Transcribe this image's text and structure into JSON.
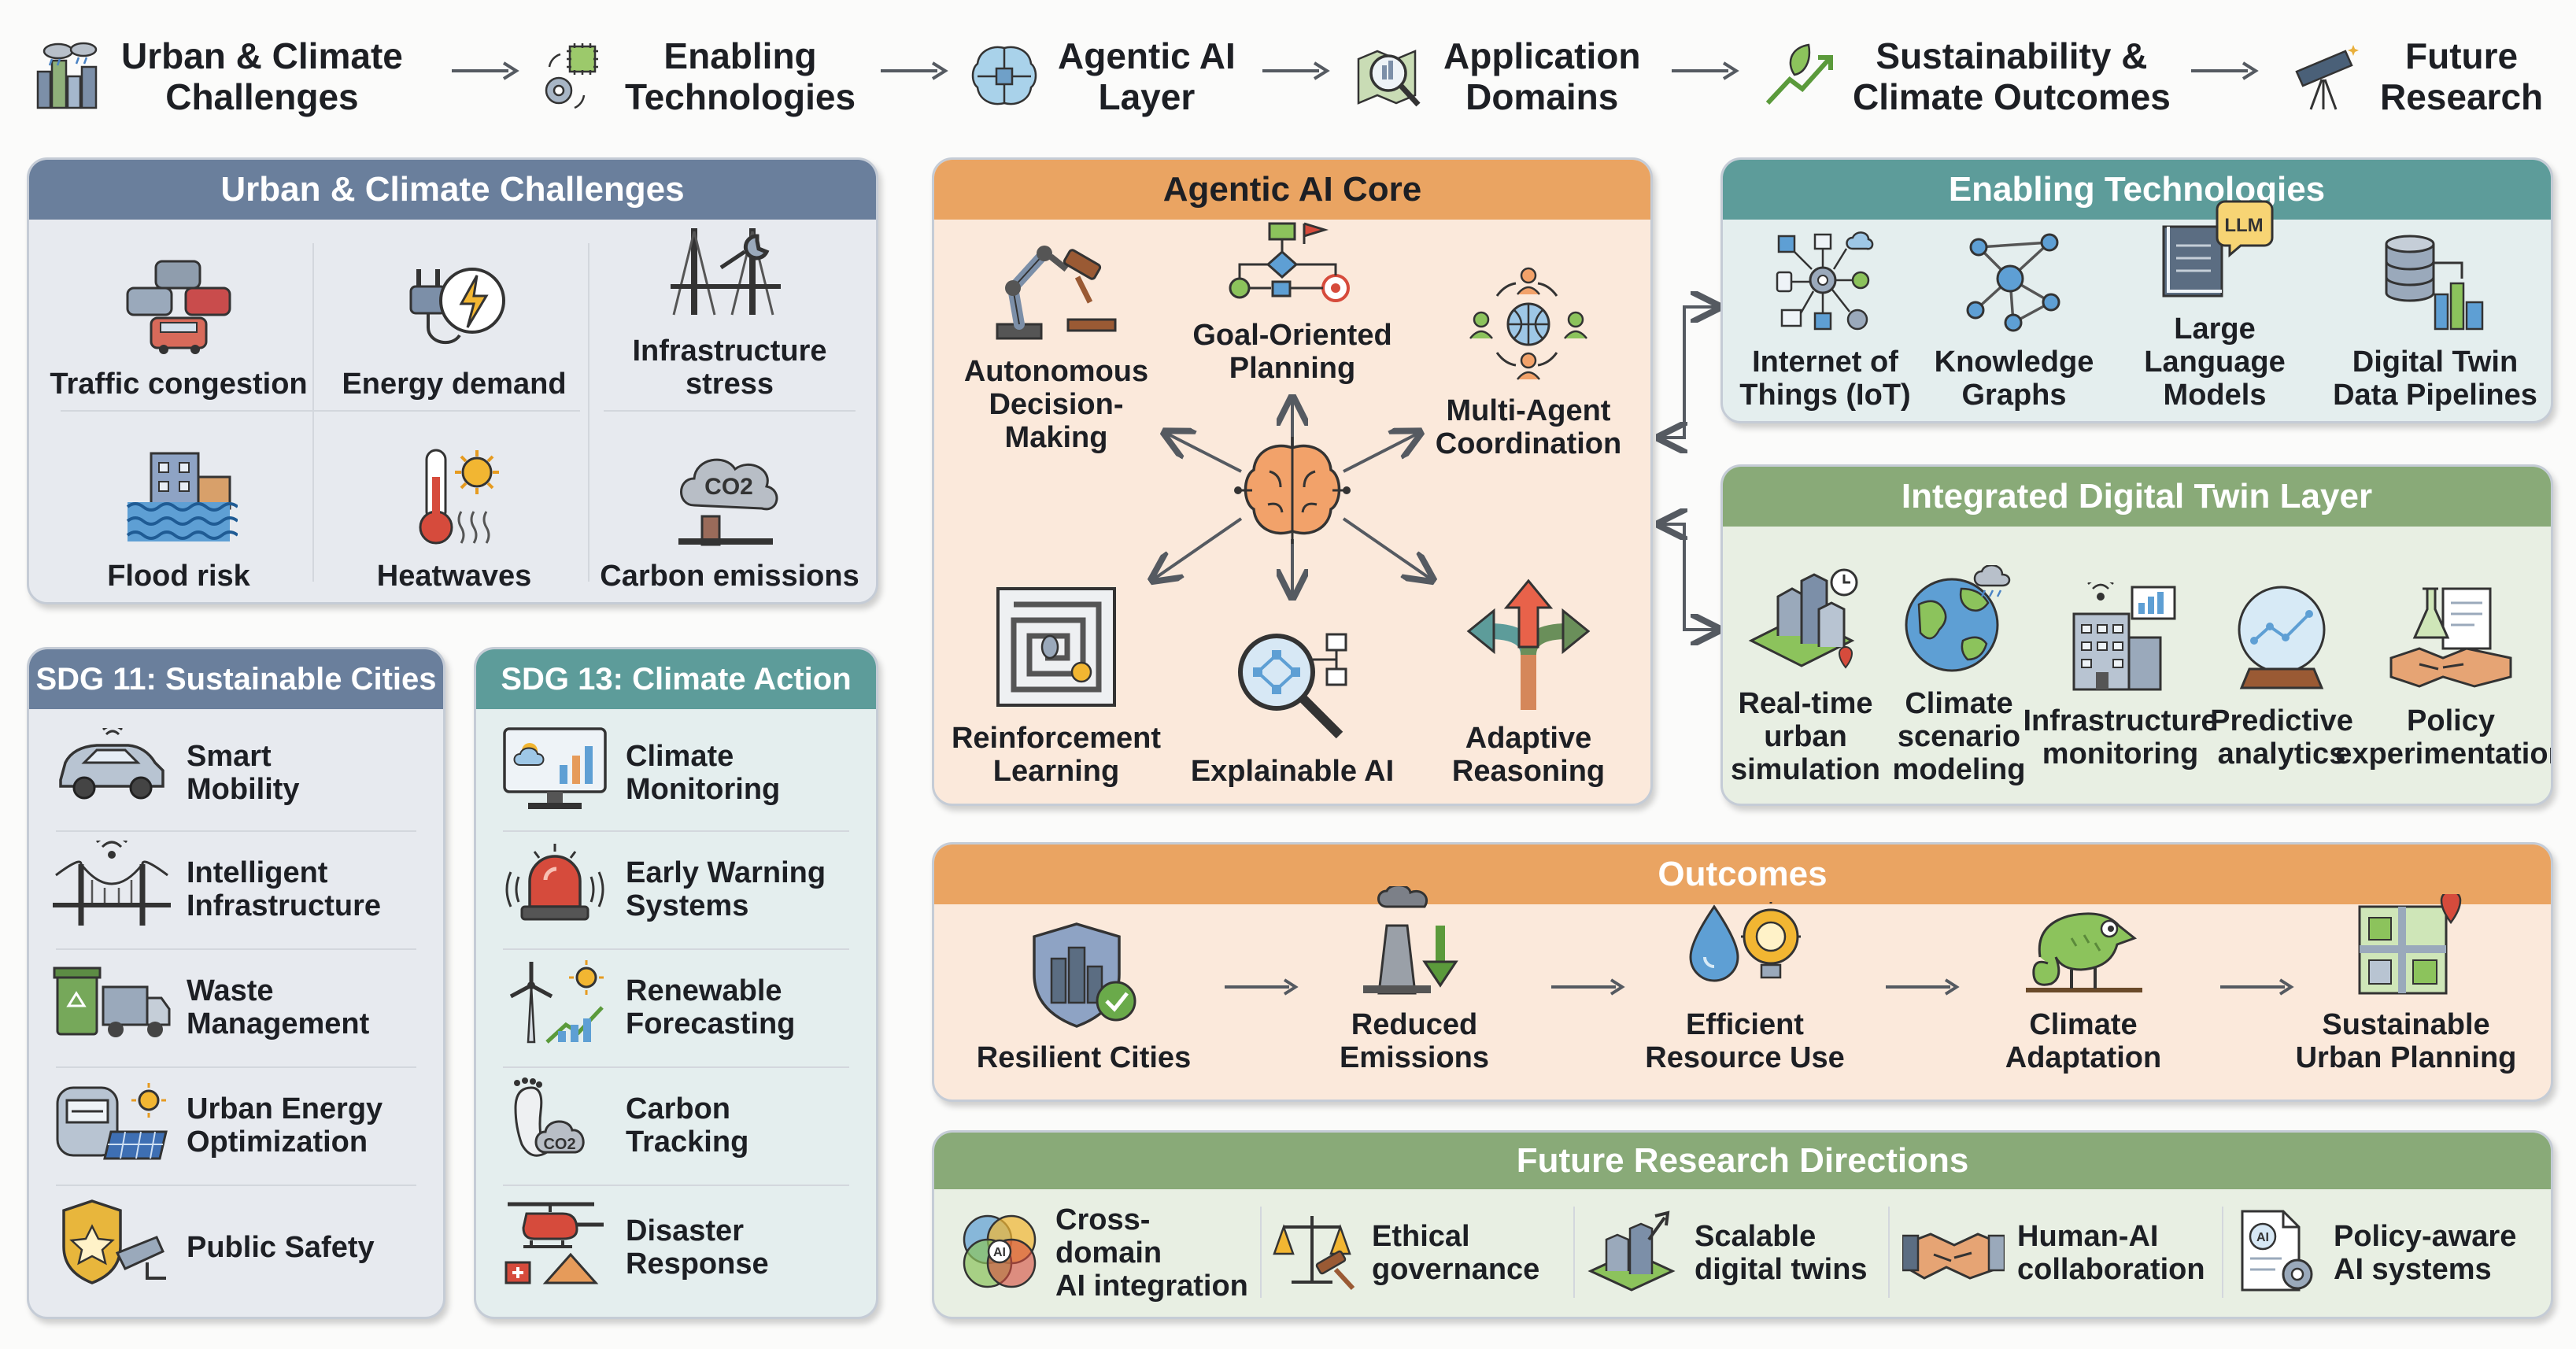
{
  "flow": {
    "steps": [
      {
        "label": "Urban & Climate\nChallenges",
        "icon": "city-rain-icon"
      },
      {
        "label": "Enabling\nTechnologies",
        "icon": "chip-gear-icon"
      },
      {
        "label": "Agentic AI\nLayer",
        "icon": "brain-circuit-icon"
      },
      {
        "label": "Application\nDomains",
        "icon": "map-magnifier-icon"
      },
      {
        "label": "Sustainability &\nClimate Outcomes",
        "icon": "leaf-growth-icon"
      },
      {
        "label": "Future\nResearch",
        "icon": "telescope-icon"
      }
    ]
  },
  "challenges": {
    "title": "Urban & Climate Challenges",
    "items": [
      {
        "label": "Traffic congestion",
        "icon": "cars-icon"
      },
      {
        "label": "Energy demand",
        "icon": "plug-bolt-icon"
      },
      {
        "label": "Infrastructure stress",
        "icon": "bridge-wrench-icon"
      },
      {
        "label": "Flood risk",
        "icon": "flooded-house-icon"
      },
      {
        "label": "Heatwaves",
        "icon": "thermometer-sun-icon"
      },
      {
        "label": "Carbon emissions",
        "icon": "co2-cloud-icon"
      }
    ]
  },
  "sdg11": {
    "title": "SDG 11: Sustainable Cities",
    "items": [
      {
        "label": "Smart\nMobility",
        "icon": "car-icon"
      },
      {
        "label": "Intelligent\nInfrastructure",
        "icon": "bridge-signal-icon"
      },
      {
        "label": "Waste\nManagement",
        "icon": "recycle-truck-icon"
      },
      {
        "label": "Urban Energy\nOptimization",
        "icon": "meter-solar-icon"
      },
      {
        "label": "Public Safety",
        "icon": "badge-camera-icon"
      }
    ]
  },
  "sdg13": {
    "title": "SDG 13: Climate Action",
    "items": [
      {
        "label": "Climate\nMonitoring",
        "icon": "monitor-weather-icon"
      },
      {
        "label": "Early Warning\nSystems",
        "icon": "siren-icon"
      },
      {
        "label": "Renewable\nForecasting",
        "icon": "wind-solar-icon"
      },
      {
        "label": "Carbon\nTracking",
        "icon": "footprint-co2-icon"
      },
      {
        "label": "Disaster\nResponse",
        "icon": "helicopter-icon"
      }
    ]
  },
  "core": {
    "title": "Agentic AI Core",
    "items": [
      {
        "label": "Goal-Oriented\nPlanning",
        "icon": "flowchart-flag-icon"
      },
      {
        "label": "Autonomous\nDecision-Making",
        "icon": "robot-arm-gavel-icon"
      },
      {
        "label": "Multi-Agent\nCoordination",
        "icon": "agents-globe-icon"
      },
      {
        "label": "Reinforcement\nLearning",
        "icon": "maze-mouse-icon"
      },
      {
        "label": "Explainable AI",
        "icon": "magnifier-network-icon"
      },
      {
        "label": "Adaptive\nReasoning",
        "icon": "branch-arrows-icon"
      }
    ],
    "center_icon": "brain-icon"
  },
  "enabling": {
    "title": "Enabling Technologies",
    "items": [
      {
        "label": "Internet of\nThings (IoT)",
        "icon": "iot-icon"
      },
      {
        "label": "Knowledge\nGraphs",
        "icon": "graph-icon"
      },
      {
        "label": "Large Language\nModels",
        "icon": "llm-book-icon"
      },
      {
        "label": "Digital Twin\nData Pipelines",
        "icon": "database-pipeline-icon"
      }
    ],
    "llm_tag": "LLM"
  },
  "twin": {
    "title": "Integrated Digital Twin Layer",
    "items": [
      {
        "label": "Real-time\nurban\nsimulation",
        "icon": "isometric-city-icon"
      },
      {
        "label": "Climate\nscenario\nmodeling",
        "icon": "globe-cloud-icon"
      },
      {
        "label": "Infrastructure\nmonitoring",
        "icon": "building-chart-icon"
      },
      {
        "label": "Predictive\nanalytics",
        "icon": "crystal-ball-icon"
      },
      {
        "label": "Policy\nexperimentation",
        "icon": "handshake-flask-icon"
      }
    ]
  },
  "outcomes": {
    "title": "Outcomes",
    "items": [
      {
        "label": "Resilient Cities",
        "icon": "shield-city-icon"
      },
      {
        "label": "Reduced Emissions",
        "icon": "factory-down-icon"
      },
      {
        "label": "Efficient\nResource Use",
        "icon": "drop-bulb-icon"
      },
      {
        "label": "Climate\nAdaptation",
        "icon": "chameleon-icon"
      },
      {
        "label": "Sustainable\nUrban Planning",
        "icon": "city-map-pin-icon"
      }
    ]
  },
  "future": {
    "title": "Future Research Directions",
    "items": [
      {
        "label": "Cross-domain\nAI integration",
        "icon": "venn-ai-icon"
      },
      {
        "label": "Ethical\ngovernance",
        "icon": "scales-gavel-icon"
      },
      {
        "label": "Scalable\ndigital twins",
        "icon": "city-growth-icon"
      },
      {
        "label": "Human-AI\ncollaboration",
        "icon": "handshake-icon"
      },
      {
        "label": "Policy-aware\nAI systems",
        "icon": "document-ai-icon"
      }
    ]
  },
  "icon_text": {
    "co2": "CO2",
    "ai": "AI",
    "llm": "LLM"
  },
  "colors": {
    "slate": "#6a7f9c",
    "slate_bg": "#e7eaef",
    "teal": "#5d9c9a",
    "teal_bg": "#e4eeee",
    "orange": "#eaa462",
    "orange_bg": "#fbe9db",
    "green": "#89aa78",
    "green_bg": "#e8efe3",
    "arrow": "#555a61"
  }
}
